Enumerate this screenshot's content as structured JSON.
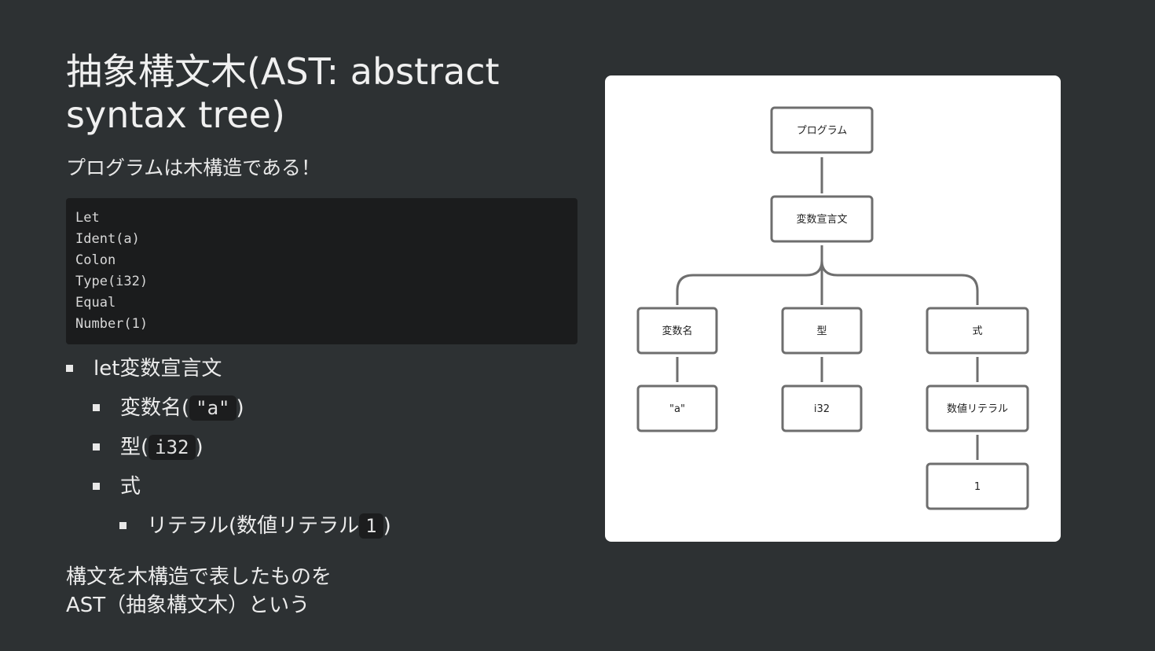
{
  "slide": {
    "title": "抽象構文木(AST: abstract syntax tree)",
    "subtitle": "プログラムは木構造である！"
  },
  "code_block": {
    "lines": [
      "Let",
      "Ident(a)",
      "Colon",
      "Type(i32)",
      "Equal",
      "Number(1)"
    ]
  },
  "bullets": {
    "item1": "let変数宣言文",
    "item2_prefix": "変数名(",
    "item2_code": "\"a\"",
    "item2_suffix": ")",
    "item3_prefix": "型(",
    "item3_code": "i32",
    "item3_suffix": ")",
    "item4": "式",
    "item5_prefix": "リテラル(数値リテラル",
    "item5_code": "1",
    "item5_suffix": ")"
  },
  "footer": {
    "line1": "構文を木構造で表したものを",
    "line2": "AST（抽象構文木）という"
  },
  "diagram": {
    "nodes": {
      "program": "プログラム",
      "var_decl": "変数宣言文",
      "var_name": "変数名",
      "type": "型",
      "expr": "式",
      "name_value": "\"a\"",
      "type_value": "i32",
      "numeric_literal": "数値リテラル",
      "literal_value": "1"
    }
  }
}
